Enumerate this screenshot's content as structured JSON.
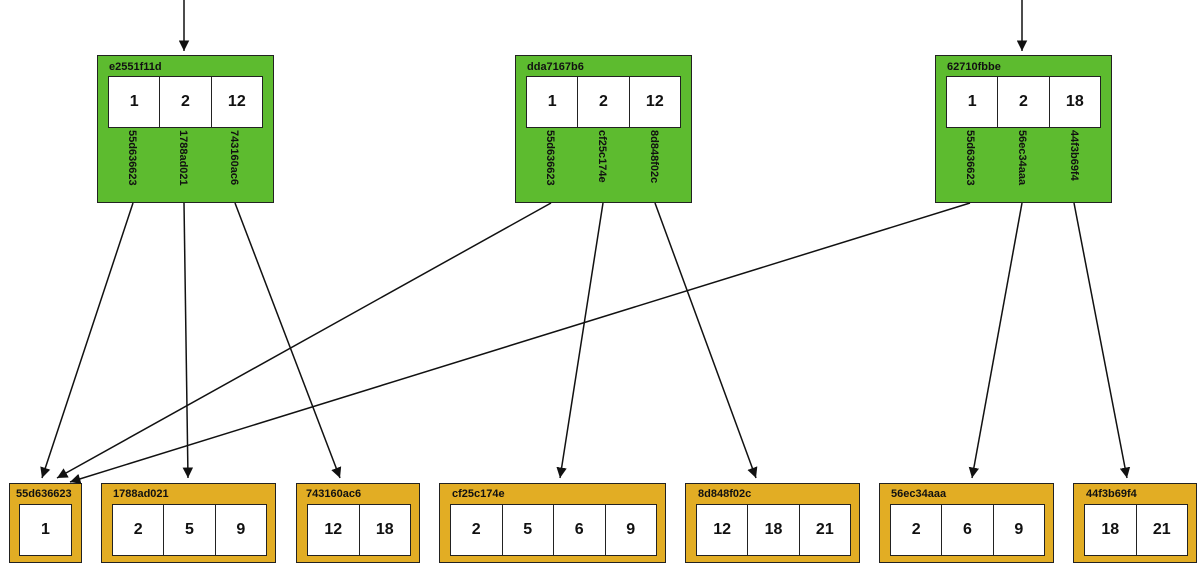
{
  "internal_nodes": [
    {
      "id": "e2551f11d",
      "keys": [
        "1",
        "2",
        "12"
      ],
      "pointers": [
        "55d636623",
        "1788ad021",
        "743160ac6"
      ]
    },
    {
      "id": "dda7167b6",
      "keys": [
        "1",
        "2",
        "12"
      ],
      "pointers": [
        "55d636623",
        "cf25c174e",
        "8d848f02c"
      ]
    },
    {
      "id": "62710fbbe",
      "keys": [
        "1",
        "2",
        "18"
      ],
      "pointers": [
        "55d636623",
        "56ec34aaa",
        "44f3b69f4"
      ]
    }
  ],
  "leaf_nodes": [
    {
      "id": "55d636623",
      "keys": [
        "1"
      ]
    },
    {
      "id": "1788ad021",
      "keys": [
        "2",
        "5",
        "9"
      ]
    },
    {
      "id": "743160ac6",
      "keys": [
        "12",
        "18"
      ]
    },
    {
      "id": "cf25c174e",
      "keys": [
        "2",
        "5",
        "6",
        "9"
      ]
    },
    {
      "id": "8d848f02c",
      "keys": [
        "12",
        "18",
        "21"
      ]
    },
    {
      "id": "56ec34aaa",
      "keys": [
        "2",
        "6",
        "9"
      ]
    },
    {
      "id": "44f3b69f4",
      "keys": [
        "18",
        "21"
      ]
    }
  ],
  "colors": {
    "internal": "#5dbb2f",
    "leaf": "#e2ad24",
    "edge": "#111111"
  }
}
